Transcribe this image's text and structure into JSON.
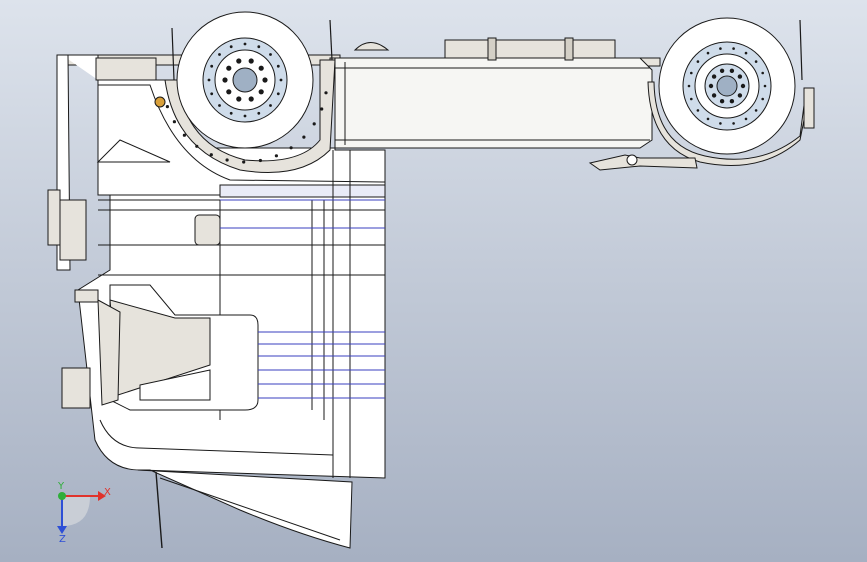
{
  "viewport": {
    "background_top": "#dde3ec",
    "background_bottom": "#a6b0c2"
  },
  "model": {
    "body_fill": "#ffffff",
    "line_color": "#1a1a1a",
    "frame_fill": "#e6e3dc",
    "tank_fill": "#f6f6f3",
    "hub_fill": "#cfdcea",
    "hub_dark": "#9fb0c4",
    "accent_blue": "#3a3fbf",
    "shade_fill": "#e9ebf7",
    "grille_fill": "#f2f2f2",
    "orange_bolt": "#d9a03a"
  },
  "triad": {
    "x_label": "X",
    "y_label": "Y",
    "z_label": "Z",
    "x_color": "#e0322b",
    "y_color": "#2fae3a",
    "z_color": "#2d4fd6",
    "disc_fill": "#c9ced6"
  }
}
